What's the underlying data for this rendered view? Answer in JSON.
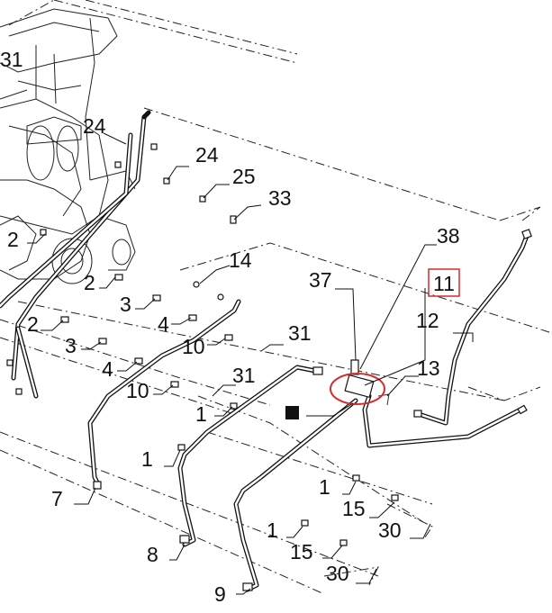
{
  "highlight_color": "#d62b2b",
  "callouts": {
    "c31_top": "31",
    "c24_a": "24",
    "c24_b": "24",
    "c25": "25",
    "c33": "33",
    "c2_a": "2",
    "c2_b": "2",
    "c2_c": "2",
    "c14": "14",
    "c37": "37",
    "c38": "38",
    "c11": "11",
    "c12": "12",
    "c3_a": "3",
    "c3_b": "3",
    "c4_a": "4",
    "c4_b": "4",
    "c10_a": "10",
    "c10_b": "10",
    "c31_mid": "31",
    "c31_low": "31",
    "c13": "13",
    "c1_a": "1",
    "c1_b": "1",
    "c1_c": "1",
    "c1_d": "1",
    "c7": "7",
    "c8": "8",
    "c9": "9",
    "c15_a": "15",
    "c15_b": "15",
    "c30_a": "30",
    "c30_b": "30"
  },
  "icons": {
    "square_marker": "filled-square-icon"
  }
}
